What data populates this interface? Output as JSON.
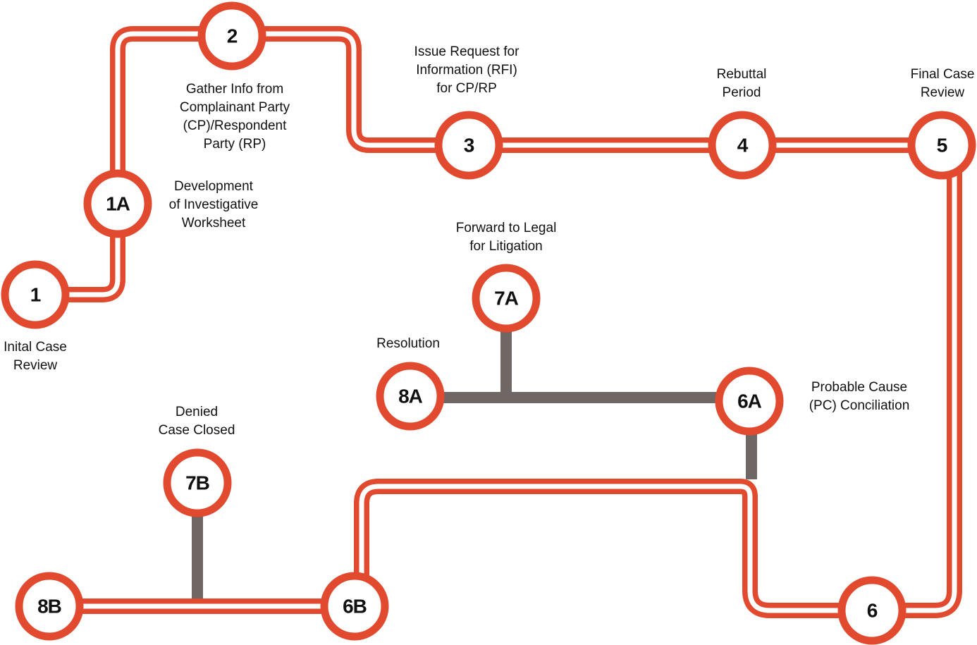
{
  "stations": [
    {
      "id": "s1",
      "number": "1",
      "label": [
        "Inital Case",
        "Review"
      ]
    },
    {
      "id": "s1a",
      "number": "1A",
      "label": [
        "Development",
        "of Investigative",
        "Worksheet"
      ]
    },
    {
      "id": "s2",
      "number": "2",
      "label": [
        "Gather Info from",
        "Complainant Party",
        "(CP)/Respondent",
        "Party (RP)"
      ]
    },
    {
      "id": "s3",
      "number": "3",
      "label": [
        "Issue Request for",
        "Information (RFI)",
        "for CP/RP"
      ]
    },
    {
      "id": "s4",
      "number": "4",
      "label": [
        "Rebuttal",
        "Period"
      ]
    },
    {
      "id": "s5",
      "number": "5",
      "label": [
        "Final Case",
        "Review"
      ]
    },
    {
      "id": "s6",
      "number": "6",
      "label": []
    },
    {
      "id": "s6a",
      "number": "6A",
      "label": [
        "Probable Cause",
        "(PC) Conciliation"
      ]
    },
    {
      "id": "s7a",
      "number": "7A",
      "label": [
        "Forward to Legal",
        "for Litigation"
      ]
    },
    {
      "id": "s8a",
      "number": "8A",
      "label": [
        "Resolution"
      ]
    },
    {
      "id": "s6b",
      "number": "6B",
      "label": []
    },
    {
      "id": "s7b",
      "number": "7B",
      "label": [
        "Denied",
        "Case Closed"
      ]
    },
    {
      "id": "s8b",
      "number": "8B",
      "label": []
    }
  ],
  "colors": {
    "main_line": "#e24a30",
    "branch_line": "#6e6763",
    "text": "#111111"
  }
}
